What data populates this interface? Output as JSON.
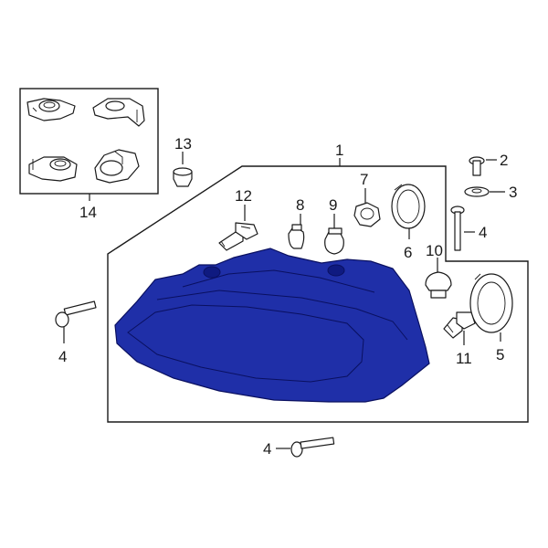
{
  "diagram": {
    "highlight_color": "#1f2fa8",
    "highlight_dark": "#0f1a80",
    "labels": {
      "l1": "1",
      "l2": "2",
      "l3": "3",
      "l4a": "4",
      "l4b": "4",
      "l4c": "4",
      "l5": "5",
      "l6": "6",
      "l7": "7",
      "l8": "8",
      "l9": "9",
      "l10": "10",
      "l11": "11",
      "l12": "12",
      "l13": "13",
      "l14": "14"
    }
  }
}
